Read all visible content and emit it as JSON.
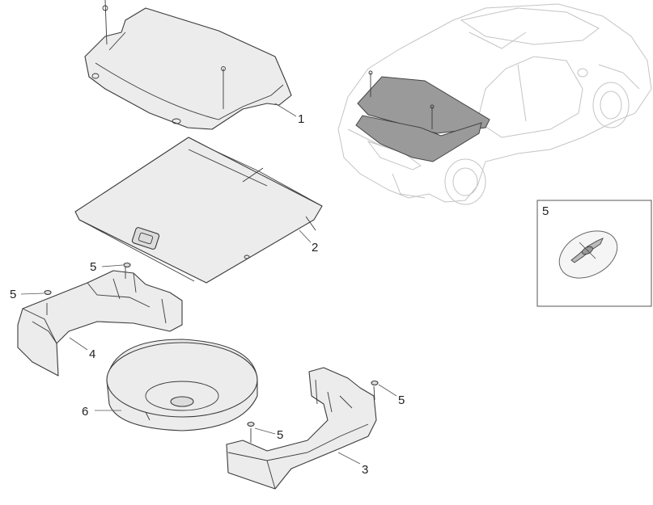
{
  "diagram": {
    "callouts": {
      "tonneau_cover": "1",
      "luggage_board": "2",
      "tray_right": "3",
      "tray_left": "4",
      "screw_inset": "5",
      "screw_left_top": "5",
      "screw_left_side": "5",
      "screw_right_top": "5",
      "screw_right_bottom": "5",
      "spare_tire_cover": "6"
    }
  }
}
